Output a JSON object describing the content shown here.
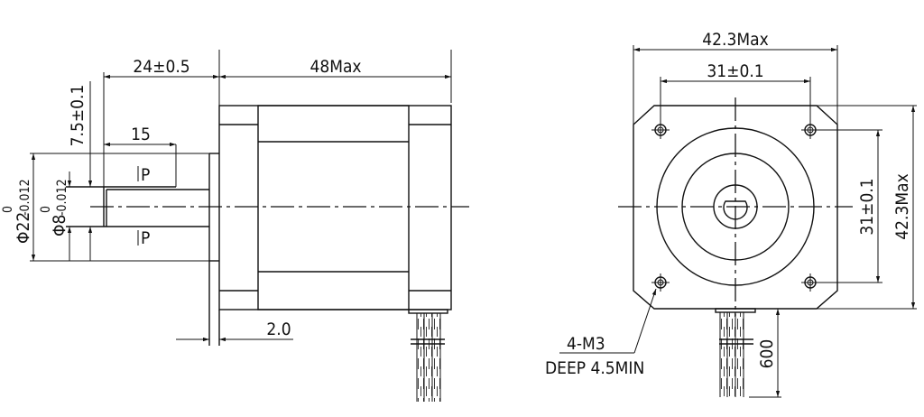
{
  "side_view": {
    "dim_shaft_length": "24±0.5",
    "dim_body_length": "48Max",
    "dim_flat_length": "15",
    "dim_flat_depth": "7.5±0.1",
    "dim_boss_diameter": "Φ22",
    "dim_boss_tol_upper": "0",
    "dim_boss_tol_lower": "-0.012",
    "dim_shaft_diameter": "Φ8",
    "dim_shaft_tol_upper": "0",
    "dim_shaft_tol_lower": "-0.012",
    "flat_mark_top": "P",
    "flat_mark_bottom": "P",
    "dim_boss_height": "2.0"
  },
  "front_view": {
    "dim_width": "42.3Max",
    "dim_hole_spacing_h": "31±0.1",
    "dim_hole_spacing_v": "31±0.1",
    "dim_height": "42.3Max",
    "hole_callout_1": "4-M3",
    "hole_callout_2": "DEEP 4.5MIN",
    "dim_lead_length": "600"
  }
}
